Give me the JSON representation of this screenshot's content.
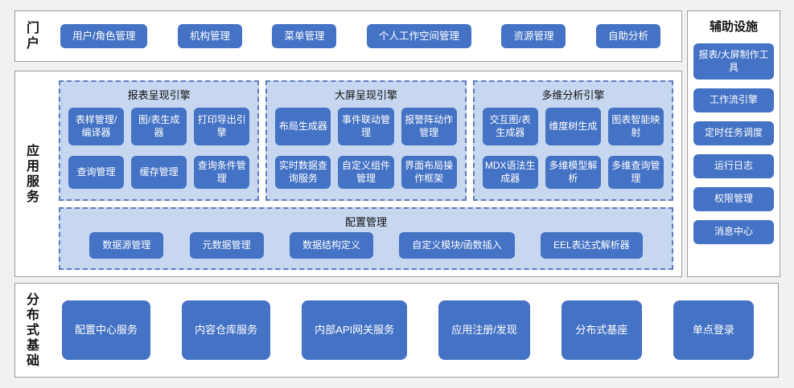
{
  "colors": {
    "block_blue": "#4472c4",
    "panel_light_blue": "#c7d7f0",
    "panel_dashed_border": "#5b7dbe",
    "section_border": "#9c9c9c",
    "page_background": "#f1f1f0",
    "block_text": "#ffffff"
  },
  "portal": {
    "label": "门户",
    "items": [
      "用户/角色管理",
      "机构管理",
      "菜单管理",
      "个人工作空间管理",
      "资源管理",
      "自助分析"
    ]
  },
  "app": {
    "label": "应用服务",
    "engines": [
      {
        "title": "报表呈现引擎",
        "items": [
          "表样管理/编译器",
          "图/表生成器",
          "打印导出引擎",
          "查询管理",
          "缓存管理",
          "查询条件管理"
        ]
      },
      {
        "title": "大屏呈现引擎",
        "items": [
          "布局生成器",
          "事件联动管理",
          "报警阵动作管理",
          "实时数据查询服务",
          "自定义组件管理",
          "界面布局操作框架"
        ]
      },
      {
        "title": "多维分析引擎",
        "items": [
          "交互图/表生成器",
          "维度树生成",
          "图表智能映射",
          "MDX语法生成器",
          "多维模型解析",
          "多维查询管理"
        ]
      }
    ],
    "config": {
      "title": "配置管理",
      "items": [
        "数据源管理",
        "元数据管理",
        "数据结构定义",
        "自定义模块/函数插入",
        "EEL表达式解析器"
      ]
    }
  },
  "distributed": {
    "label": "分布式基础",
    "items": [
      "配置中心服务",
      "内容仓库服务",
      "内部API网关服务",
      "应用注册/发现",
      "分布式基座",
      "单点登录"
    ]
  },
  "auxiliary": {
    "title": "辅助设施",
    "items": [
      "报表/大屏制作工具",
      "工作流引擎",
      "定时任务调度",
      "运行日志",
      "权限管理",
      "消息中心"
    ]
  }
}
